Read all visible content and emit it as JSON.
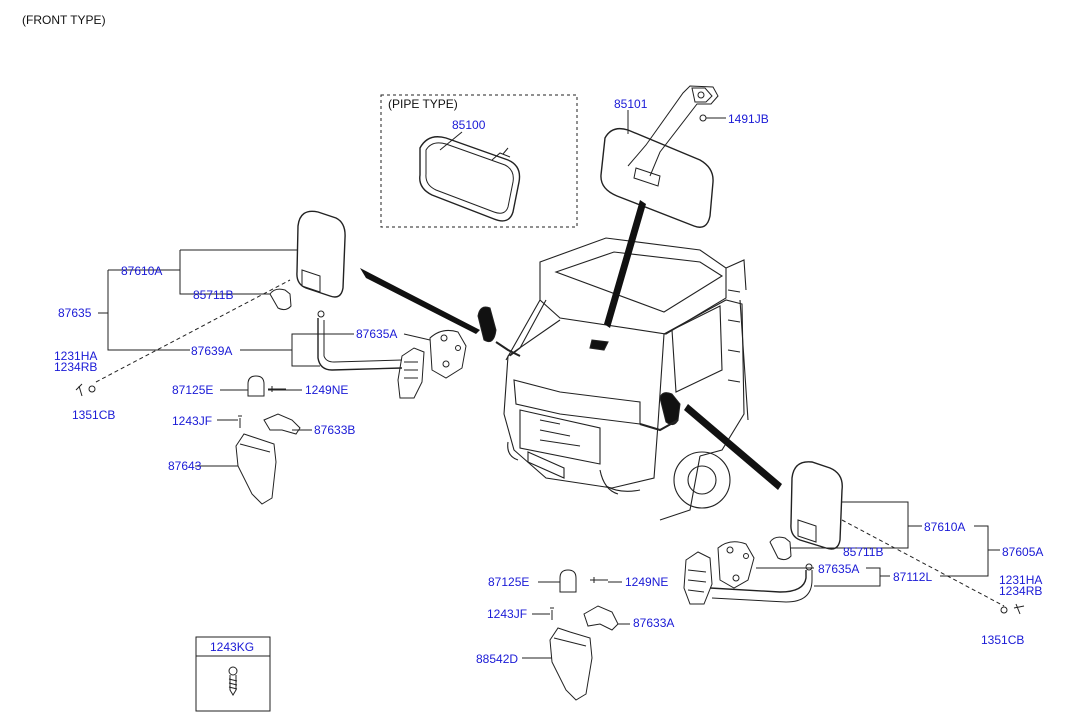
{
  "header": {
    "title": "(FRONT TYPE)"
  },
  "pipe_box": {
    "caption": "(PIPE TYPE)"
  },
  "labels": {
    "p85100": "85100",
    "p85101": "85101",
    "p1491JB": "1491JB",
    "l_87610A": "87610A",
    "l_85711B": "85711B",
    "l_87635": "87635",
    "l_87635A": "87635A",
    "l_87639A": "87639A",
    "l_1231HA": "1231HA",
    "l_1234RB": "1234RB",
    "l_1351CB": "1351CB",
    "l_87125E": "87125E",
    "l_1249NE": "1249NE",
    "l_1243JF": "1243JF",
    "l_87633B": "87633B",
    "l_87643": "87643",
    "r_87610A": "87610A",
    "r_85711B": "85711B",
    "r_87605A": "87605A",
    "r_87635A": "87635A",
    "r_87112L": "87112L",
    "r_1231HA": "1231HA",
    "r_1234RB": "1234RB",
    "r_1351CB": "1351CB",
    "r_87125E": "87125E",
    "r_1249NE": "1249NE",
    "r_1243JF": "1243JF",
    "r_87633A": "87633A",
    "r_88542D": "88542D"
  },
  "legend_box": {
    "part": "1243KG"
  },
  "colors": {
    "label": "#1a1ad6",
    "line": "#111111"
  }
}
